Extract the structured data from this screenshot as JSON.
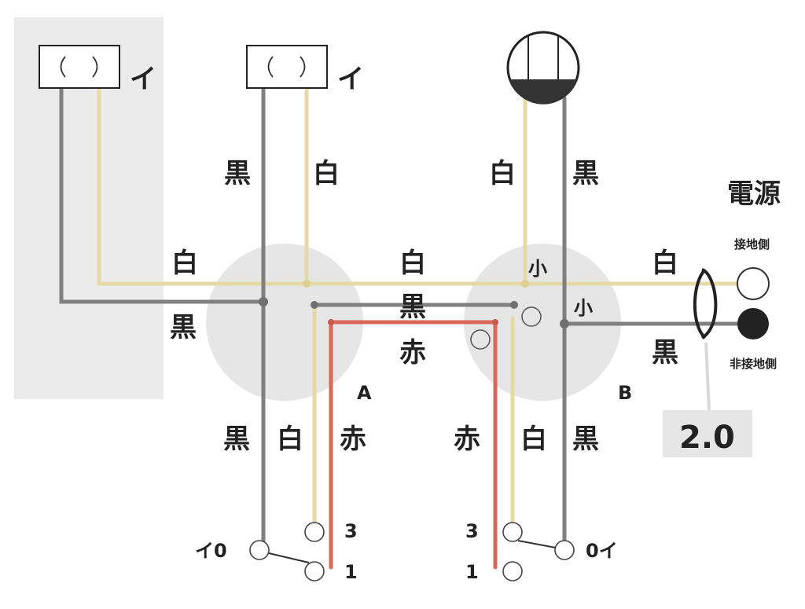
{
  "labels": {
    "kuro": "黒",
    "shiro": "白",
    "aka": "赤",
    "sho": "小",
    "i": "イ",
    "power_source": "電源",
    "grounded_side": "接地側",
    "ungrounded_side": "非接地側",
    "cable_size": "2.0",
    "box_a": "A",
    "box_b": "B",
    "switch_left_ref": "イ0",
    "switch_right_ref": "0イ",
    "terminal_3": "3",
    "terminal_1": "1"
  },
  "colors": {
    "black_wire": "#808080",
    "white_wire": "#e6d9a8",
    "red_wire": "#d9685a",
    "junction_box": "#e6e6e6",
    "panel_bg": "#ebebeb"
  },
  "icons": [
    "receptacle-icon",
    "receptacle-icon",
    "ceiling-light-icon",
    "switch-icon",
    "switch-icon",
    "power-terminal-icon"
  ]
}
